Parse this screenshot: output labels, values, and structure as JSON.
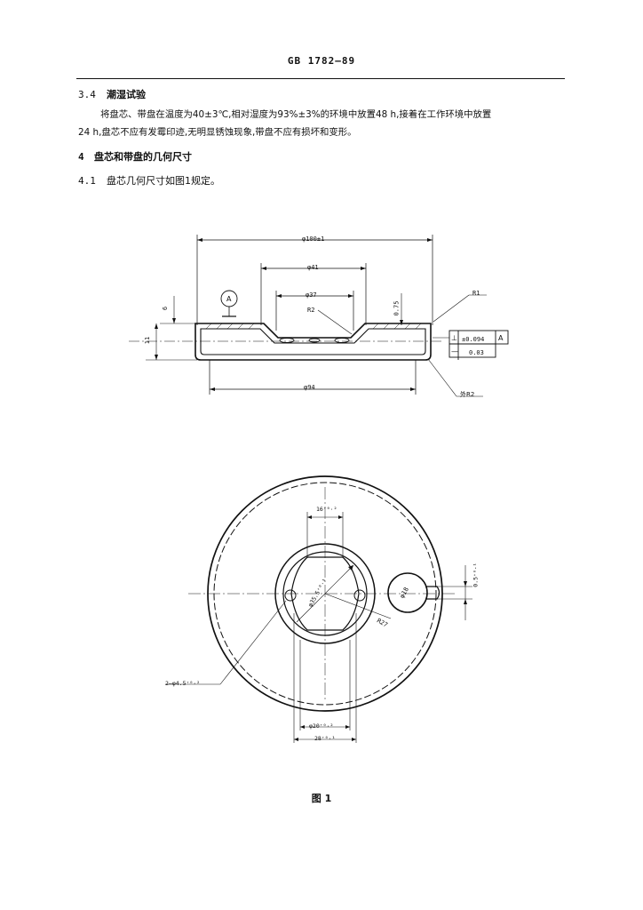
{
  "header": {
    "standard": "GB 1782—89"
  },
  "sections": {
    "s34": {
      "num": "3.4",
      "title": "潮湿试验",
      "line1": "将盘芯、带盘在温度为40±3℃,相对湿度为93%±3%的环境中放置48 h,接着在工作环境中放置",
      "line2": "24 h,盘芯不应有发霉印迹,无明显锈蚀现象,带盘不应有损坏和变形。"
    },
    "s4": {
      "num": "4",
      "title": "盘芯和带盘的几何尺寸"
    },
    "s41": {
      "num": "4.1",
      "text": "盘芯几何尺寸如图1规定。"
    }
  },
  "figure": {
    "side_view": {
      "d_outer": "φ100±1",
      "d_41": "φ41",
      "d_37": "φ37",
      "r2": "R2",
      "thick": "0.75",
      "r1": "R1",
      "dim_6": "6",
      "dim_11": "11",
      "datum": "A",
      "tol1_sym": "⊥",
      "tol1_val": "±0.094",
      "tol1_ref": "A",
      "tol2_sym": "—",
      "tol2_val": "0.03",
      "d_94": "φ94",
      "outer_r2": "外R2"
    },
    "top_view": {
      "w_top": "16⁺⁰·²",
      "d_center": "φ35.5⁺⁰·¹",
      "r27": "R27",
      "d_hole": "φ18",
      "slot": "0.5⁺⁰·¹",
      "holes": "2—φ4.5⁺⁰·²",
      "d_20": "φ20⁺⁰·²",
      "w_28": "28⁺⁰·¹"
    },
    "caption": "图 1"
  }
}
